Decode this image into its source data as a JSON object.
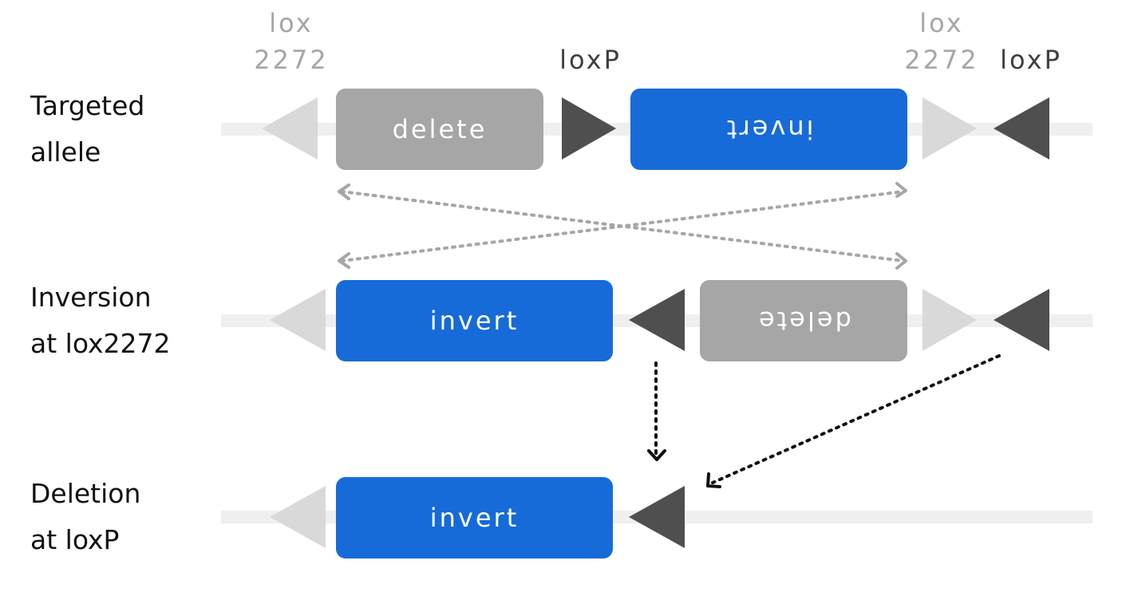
{
  "rows": [
    {
      "line1": "Targeted",
      "line2": "allele"
    },
    {
      "line1": "Inversion",
      "line2": "at lox2272"
    },
    {
      "line1": "Deletion",
      "line2": "at loxP"
    }
  ],
  "site_labels": {
    "left_lox2272": {
      "line1": "lox",
      "line2": "2272"
    },
    "loxP_center": "loxP",
    "right_lox2272": {
      "line1": "lox",
      "line2": "2272"
    },
    "loxP_right": "loxP"
  },
  "segments": {
    "row1_delete": "delete",
    "row1_invert": "invert",
    "row2_invert": "invert",
    "row2_delete": "delete",
    "row3_invert": "invert"
  },
  "colors": {
    "invert_blue": "#166bd8",
    "delete_grey": "#a6a6a6",
    "lox2272_light": "#d9d9d9",
    "loxP_dark": "#4f4f4f",
    "strand": "#efefef"
  }
}
